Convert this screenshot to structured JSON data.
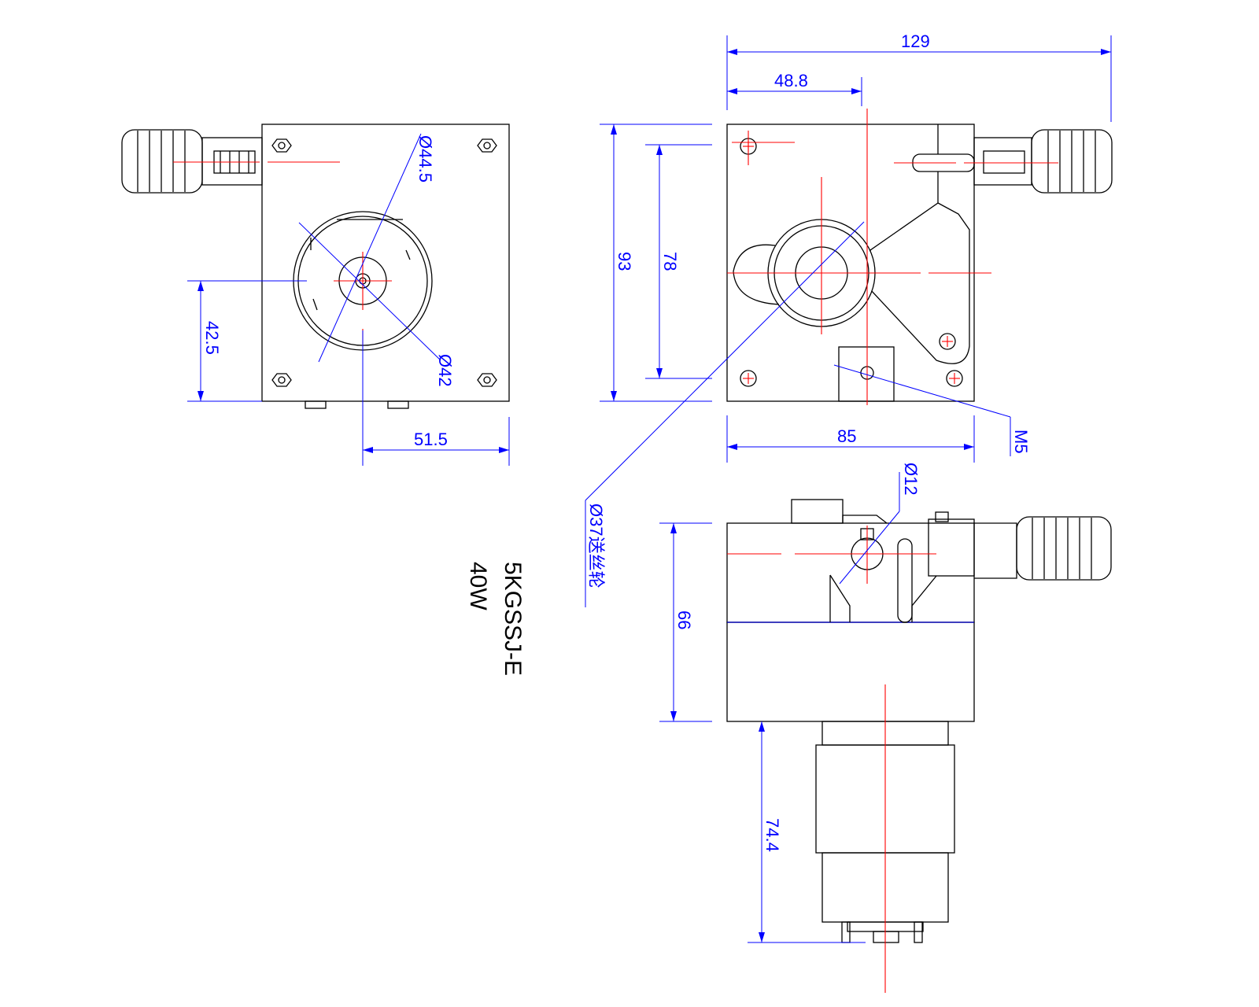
{
  "title": {
    "model": "5KGSSJ-E",
    "power": "40W"
  },
  "colors": {
    "object_line": "#000000",
    "center_line": "#ff0000",
    "dimension_line": "#0000ff",
    "background": "#ffffff"
  },
  "dimensions": {
    "left_view": {
      "dia_outer": "Ø44.5",
      "dia_inner": "Ø42",
      "height_center": "42.5",
      "width_center": "51.5"
    },
    "front_view": {
      "overall_width": "129",
      "offset_width": "48.8",
      "overall_height": "93",
      "hole_spacing": "78",
      "body_width": "85",
      "thread": "M5",
      "feed_roller": "Ø37送丝轮"
    },
    "bottom_view": {
      "shaft_dia": "Ø12",
      "body_height": "66",
      "motor_length": "74.4"
    }
  }
}
